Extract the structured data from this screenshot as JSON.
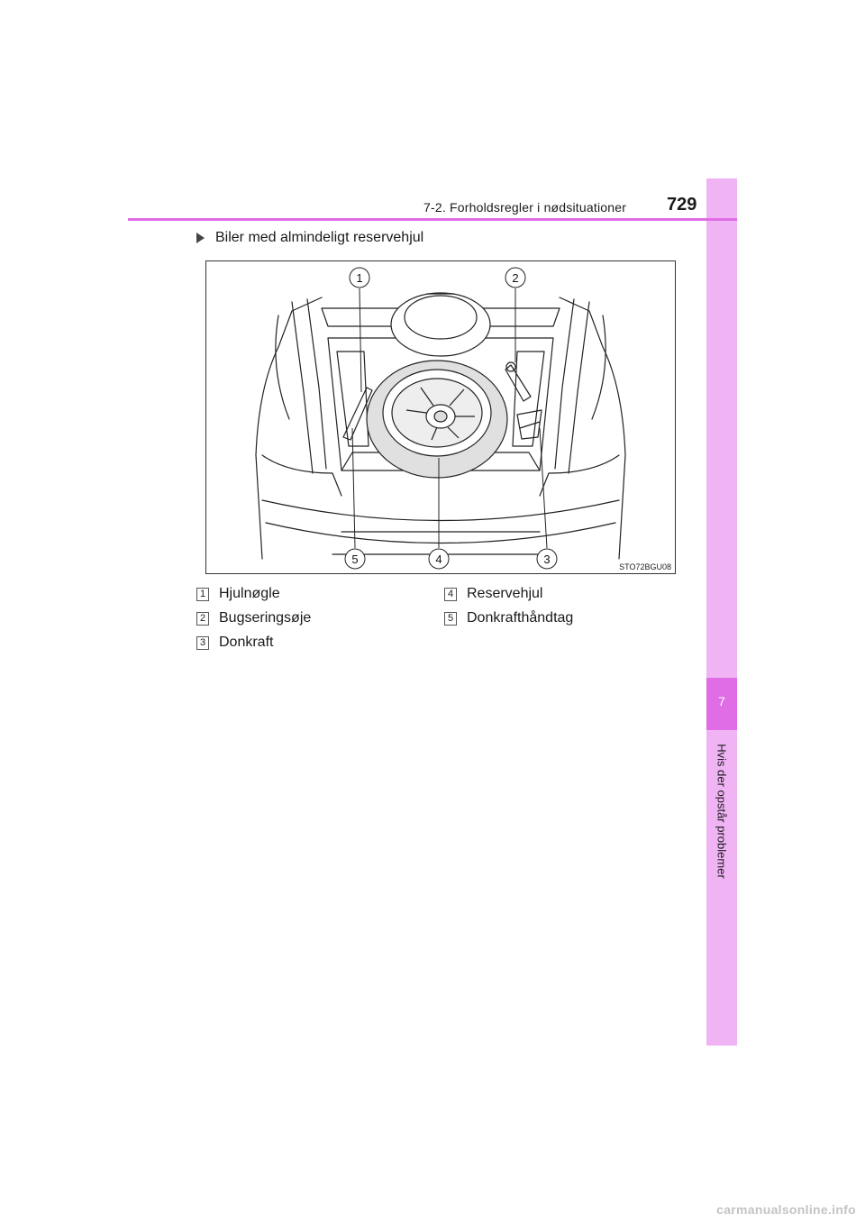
{
  "header": {
    "section_title": "7-2. Forholdsregler i nødsituationer",
    "page_number": "729"
  },
  "sidebar": {
    "chapter_number": "7",
    "chapter_title": "Hvis der opstår problemer",
    "accent_color": "#e06ce6",
    "band_color": "#f0b4f5"
  },
  "content": {
    "subheading": "Biler med almindeligt reservehjul",
    "figure_code": "STO72BGU08",
    "callouts": [
      "1",
      "2",
      "3",
      "4",
      "5"
    ],
    "legend": [
      {
        "num": "1",
        "label": "Hjulnøgle"
      },
      {
        "num": "2",
        "label": "Bugseringsøje"
      },
      {
        "num": "3",
        "label": "Donkraft"
      },
      {
        "num": "4",
        "label": "Reservehjul"
      },
      {
        "num": "5",
        "label": "Donkrafthåndtag"
      }
    ]
  },
  "footer": {
    "brand": "carmanualsonline.info"
  }
}
